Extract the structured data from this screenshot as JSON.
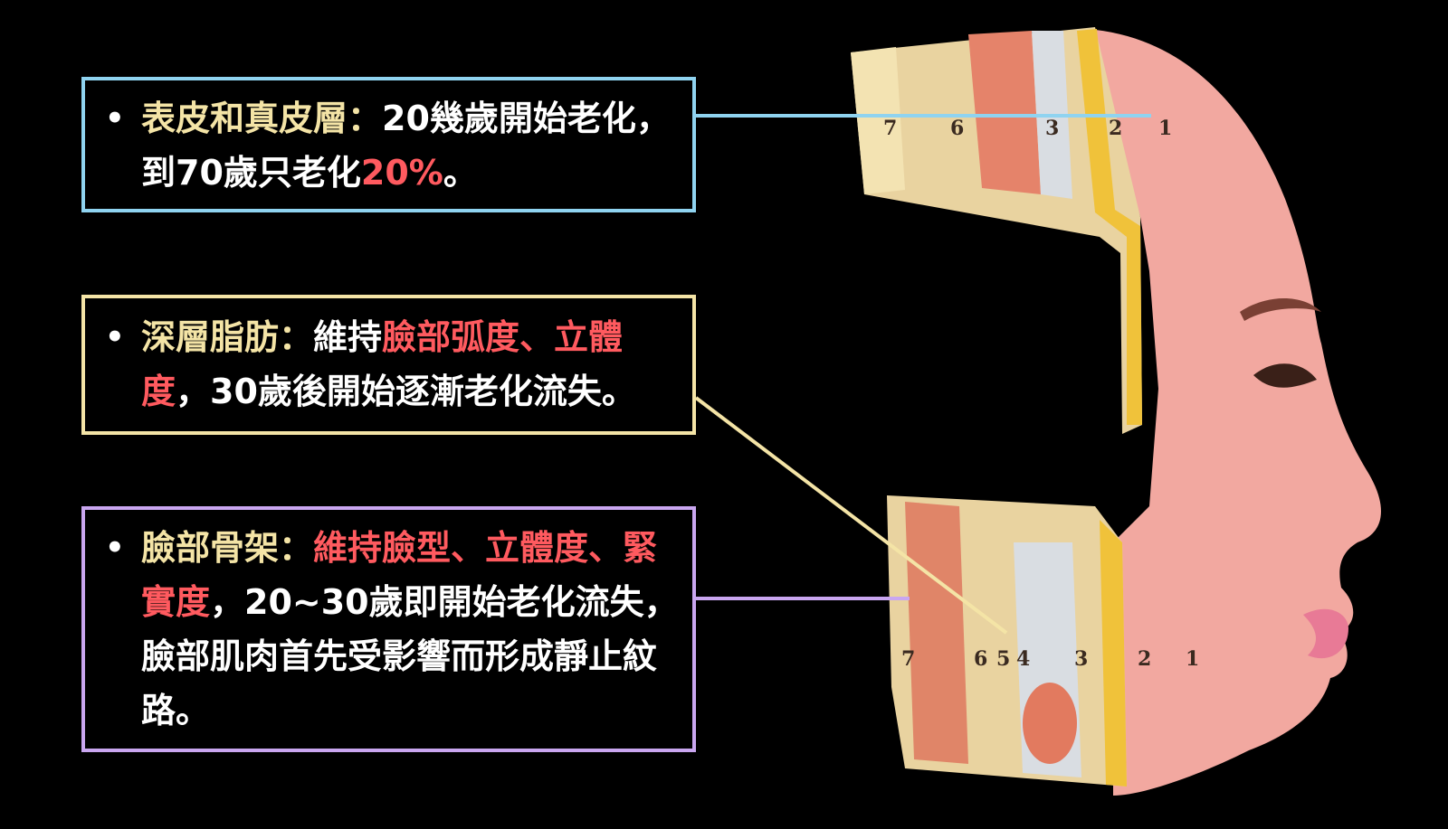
{
  "colors": {
    "background": "#000000",
    "epidermis_border": "#8fd3f0",
    "deep_fat_border": "#f4e4a6",
    "skeleton_border": "#c9a6f0",
    "highlight_yellow": "#f4e4a6",
    "highlight_red": "#ff5a5f",
    "text": "#ffffff"
  },
  "callouts": [
    {
      "title": "表皮和真皮層：",
      "text_a": "20幾歲開始老化，到70歲只老化",
      "red_a": "20%",
      "text_b": "。"
    },
    {
      "title": "深層脂肪：",
      "text_a": "維持",
      "red_a": "臉部弧度、立體度",
      "text_b": "，30歲後開始逐漸老化流失。"
    },
    {
      "title": "臉部骨架：",
      "red_a": "維持臉型、立體度、緊實度",
      "text_a": "，20~30歲即開始老化流失，臉部肌肉首先受影響而形成靜止紋路。"
    }
  ],
  "diagram": {
    "upper_layer_numbers": [
      "7",
      "6",
      "3",
      "2",
      "1"
    ],
    "lower_layer_numbers": [
      "7",
      "6",
      "5",
      "4",
      "3",
      "2",
      "1"
    ]
  }
}
